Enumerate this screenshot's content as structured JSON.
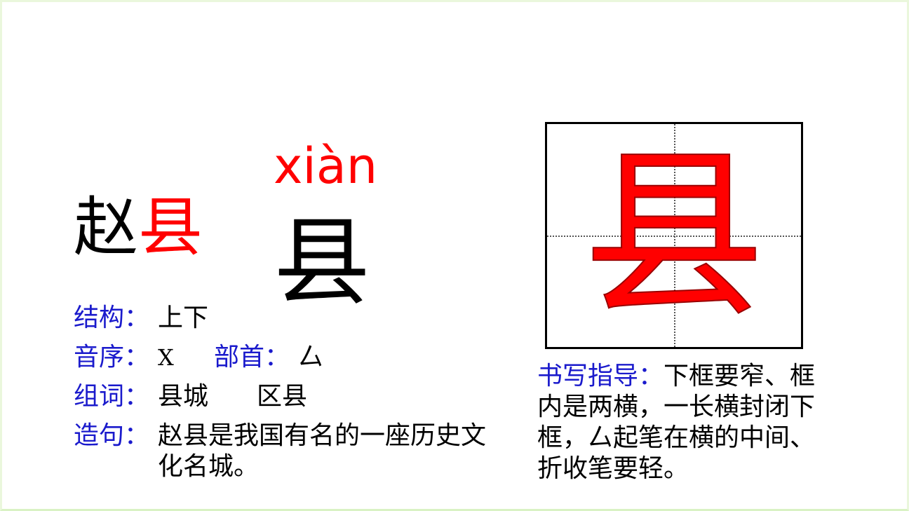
{
  "word": {
    "prefix": "赵",
    "highlight": "县"
  },
  "pinyin": "xiàn",
  "character": "县",
  "info": {
    "structure": {
      "label": "结构：",
      "value": "上下"
    },
    "sound_order": {
      "label": "音序：",
      "value": "X"
    },
    "radical": {
      "label": "部首：",
      "value": "厶"
    },
    "words": {
      "label": "组词：",
      "values": [
        "县城",
        "区县"
      ]
    },
    "sentence": {
      "label": "造句：",
      "value": "赵县是我国有名的一座历史文化名城。"
    }
  },
  "guide": {
    "label": "书写指导：",
    "text": "下框要窄、框内是两横，一长横封闭下框，厶起笔在横的中间、折收笔要轻。"
  },
  "colors": {
    "label": "#1a1acc",
    "highlight": "#ff0000",
    "text": "#000000"
  }
}
